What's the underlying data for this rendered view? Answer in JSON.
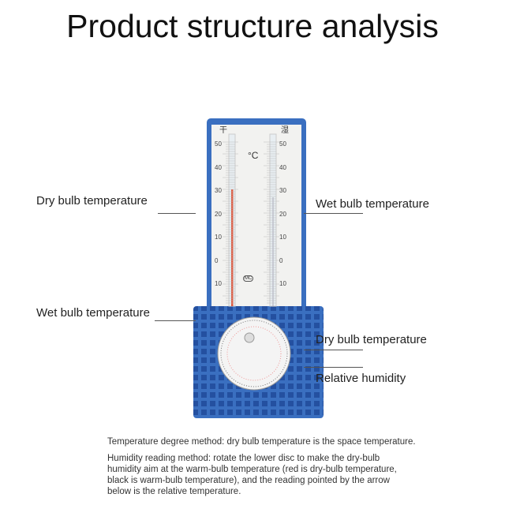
{
  "title": "Product structure analysis",
  "labels": {
    "left_top": "Dry bulb temperature",
    "right_top": "Wet bulb temperature",
    "left_bottom": "Wet bulb temperature",
    "right_middle": "Dry bulb temperature",
    "right_bottom": "Relative humidity"
  },
  "device": {
    "dry_char": "干",
    "wet_char": "湿",
    "unit": "°C",
    "scale": [
      "50",
      "40",
      "30",
      "20",
      "10",
      "0",
      "10"
    ],
    "brand": "MC",
    "dry_reading_c": 26,
    "frame_color": "#3a6fc0",
    "mercury_color": "#e05a40"
  },
  "notes": {
    "method1": "Temperature degree method: dry bulb temperature is the space temperature.",
    "method2": "Humidity reading method: rotate the lower disc to make the dry-bulb humidity aim at the warm-bulb temperature (red is dry-bulb temperature, black is warm-bulb temperature), and the reading pointed by the arrow below is the relative temperature."
  }
}
